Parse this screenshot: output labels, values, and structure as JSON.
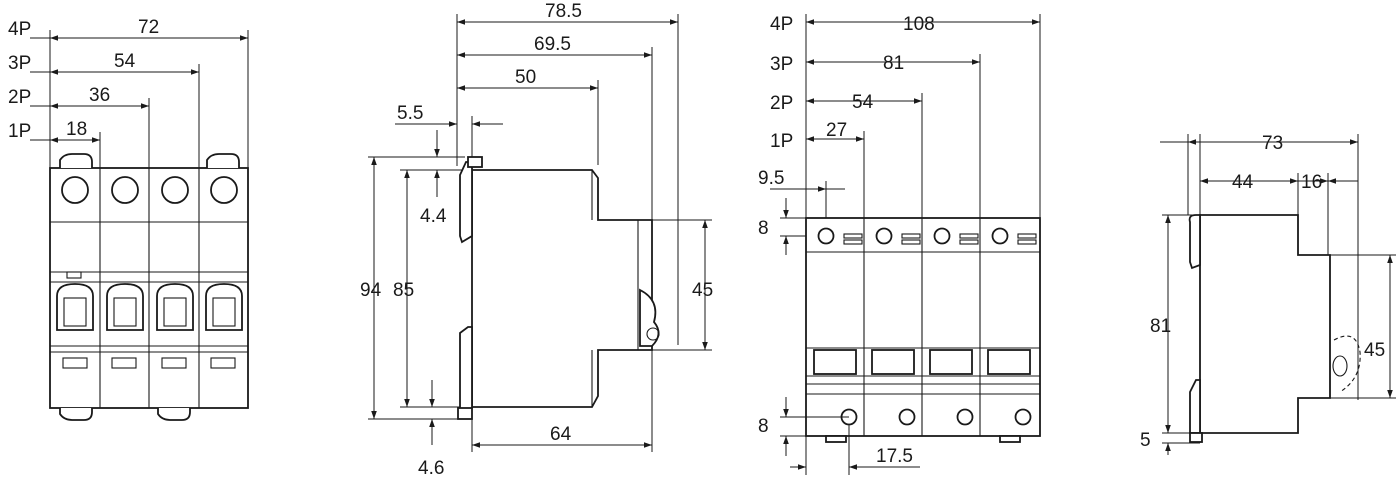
{
  "front_view_1": {
    "pole_labels": [
      "4P",
      "3P",
      "2P",
      "1P"
    ],
    "widths": [
      "72",
      "54",
      "36",
      "18"
    ]
  },
  "side_view_1": {
    "depths": [
      "78.5",
      "69.5",
      "50",
      "5.5"
    ],
    "clip_offset_top": "4.4",
    "height_total": "94",
    "height_body": "85",
    "window_height": "45",
    "base_depth": "64",
    "clip_offset_bottom": "4.6"
  },
  "front_view_2": {
    "pole_labels": [
      "4P",
      "3P",
      "2P",
      "1P"
    ],
    "widths": [
      "108",
      "81",
      "54",
      "27"
    ],
    "terminal_offset": "9.5",
    "top_terminal_height": "8",
    "bottom_terminal_height": "8",
    "bottom_offset": "17.5"
  },
  "side_view_2": {
    "depth_total": "73",
    "depth_front": "44",
    "depth_step": "16",
    "height_total": "81",
    "window_height": "45",
    "base_offset": "5"
  }
}
